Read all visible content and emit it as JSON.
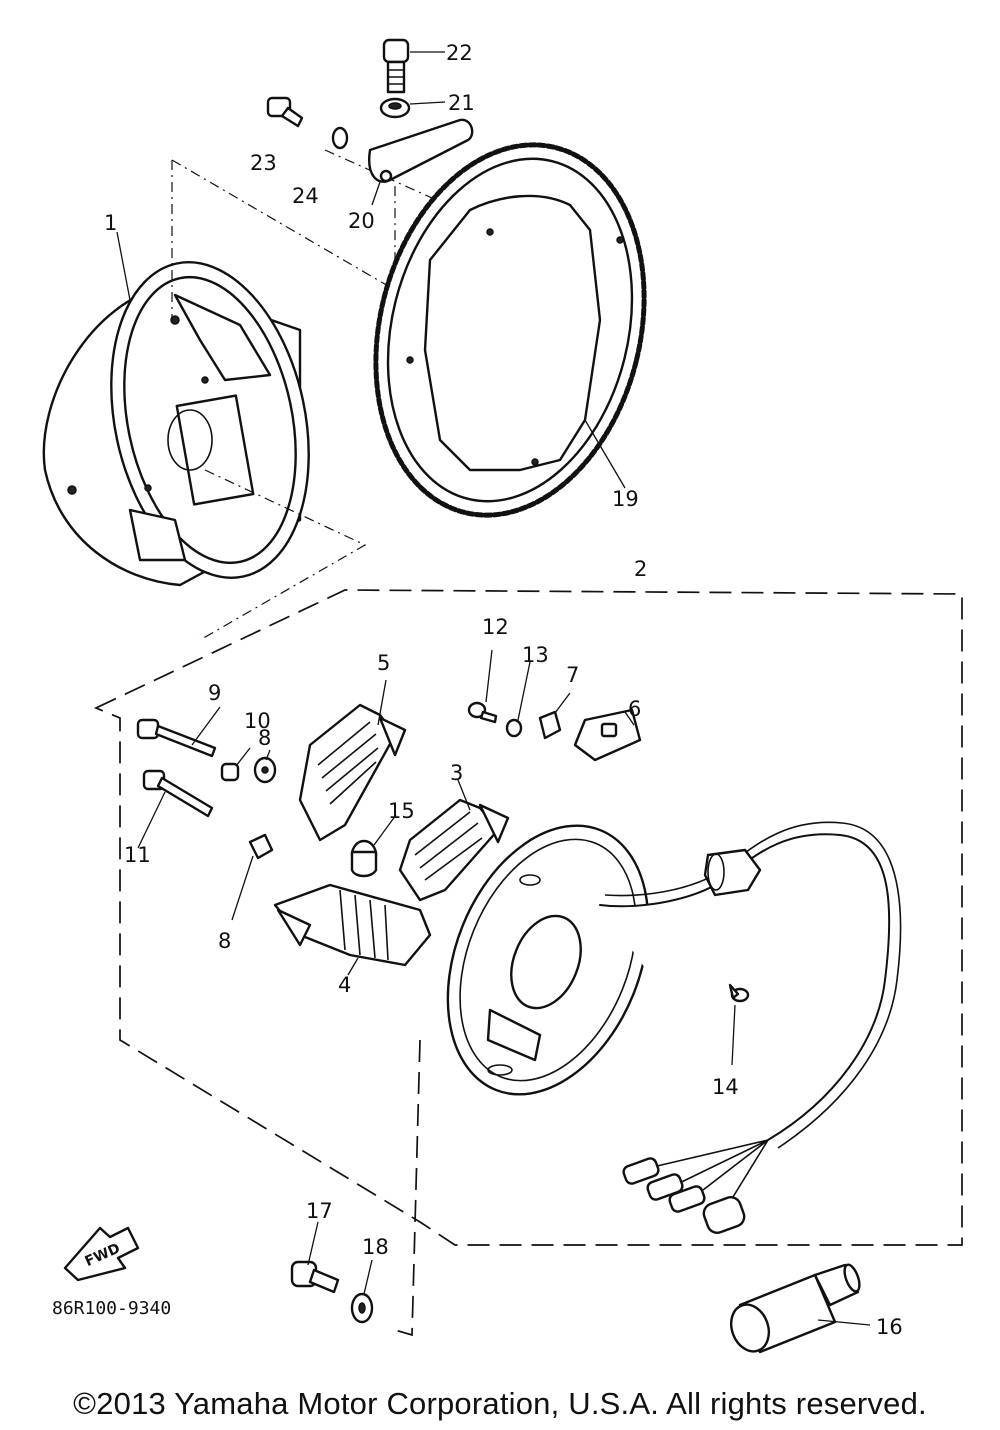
{
  "diagram": {
    "callouts": {
      "c1": "1",
      "c2": "2",
      "c3": "3",
      "c4": "4",
      "c5": "5",
      "c6": "6",
      "c7": "7",
      "c8a": "8",
      "c8b": "8",
      "c9": "9",
      "c10": "10",
      "c11": "11",
      "c12": "12",
      "c13": "13",
      "c14": "14",
      "c15": "15",
      "c16": "16",
      "c17": "17",
      "c18": "18",
      "c19": "19",
      "c20": "20",
      "c21": "21",
      "c22": "22",
      "c23": "23",
      "c24": "24"
    },
    "fwd_label": "FWD",
    "diagram_code": "86R100-9340"
  },
  "footer": {
    "copyright": "©2013 Yamaha Motor Corporation, U.S.A. All rights reserved."
  }
}
